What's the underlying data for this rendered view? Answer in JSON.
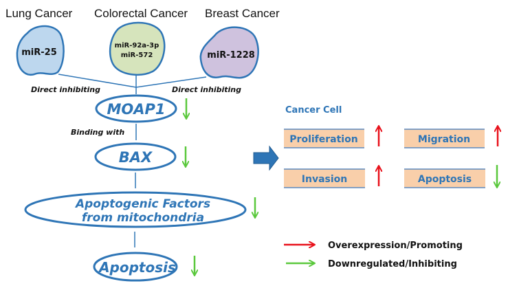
{
  "colors": {
    "node_stroke": "#2e75b6",
    "node_text": "#2e75b6",
    "up_arrow": "#e8101a",
    "down_arrow": "#5ac83c",
    "box_fill": "#f9cfaa",
    "box_border": "#5b8ac0",
    "lung_fill": "#bdd7ee",
    "colorectal_fill": "#d6e4bc",
    "breast_fill": "#cfc2de",
    "big_arrow": "#2e75b6"
  },
  "cancers": [
    {
      "title": "Lung Cancer",
      "mirnas": [
        "miR-25"
      ]
    },
    {
      "title": "Colorectal Cancer",
      "mirnas": [
        "miR-92a-3p",
        "miR-572"
      ]
    },
    {
      "title": "Breast Cancer",
      "mirnas": [
        "miR-1228"
      ]
    }
  ],
  "edge_labels": {
    "left": "Direct inhibiting",
    "right": "Direct inhibiting",
    "binding": "Binding with"
  },
  "pathway": [
    {
      "label_lines": [
        "MOAP1"
      ],
      "direction": "down"
    },
    {
      "label_lines": [
        "BAX"
      ],
      "direction": "down"
    },
    {
      "label_lines": [
        "Apoptogenic Factors",
        "from mitochondria"
      ],
      "direction": "down"
    },
    {
      "label_lines": [
        "Apoptosis"
      ],
      "direction": "down"
    }
  ],
  "cancer_cell": {
    "title": "Cancer Cell",
    "effects": [
      {
        "label": "Proliferation",
        "direction": "up"
      },
      {
        "label": "Migration",
        "direction": "up"
      },
      {
        "label": "Invasion",
        "direction": "up"
      },
      {
        "label": "Apoptosis",
        "direction": "down"
      }
    ]
  },
  "legend": [
    {
      "label": "Overexpression/Promoting",
      "color_key": "up_arrow",
      "icon": "arrow-right-icon"
    },
    {
      "label": "Downregulated/Inhibiting",
      "color_key": "down_arrow",
      "icon": "arrow-right-icon"
    }
  ]
}
